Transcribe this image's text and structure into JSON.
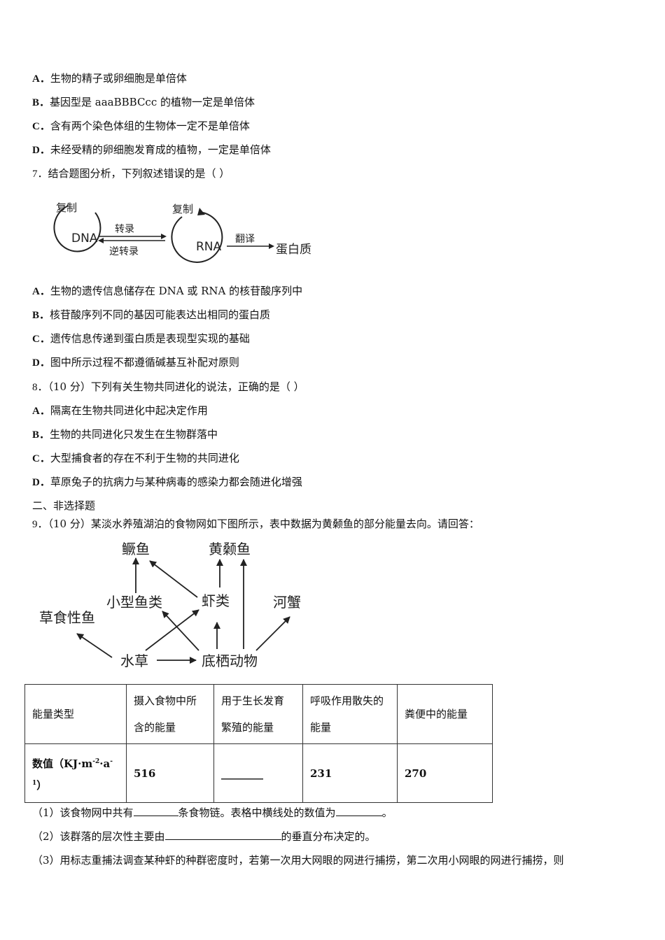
{
  "q6_options": [
    {
      "letter": "A．",
      "text": "生物的精子或卵细胞是单倍体"
    },
    {
      "letter": "B．",
      "text": "基因型是 aaaBBBCcc 的植物一定是单倍体"
    },
    {
      "letter": "C．",
      "text": "含有两个染色体组的生物体一定不是单倍体"
    },
    {
      "letter": "D．",
      "text": "未经受精的卵细胞发育成的植物，一定是单倍体"
    }
  ],
  "q7": {
    "num": "7．",
    "stem": "结合题图分析，下列叙述错误的是（    ）",
    "diagram": {
      "dna": "DNA",
      "rna": "RNA",
      "protein": "蛋白质",
      "replicate1": "复制",
      "replicate2": "复制",
      "transcribe": "转录",
      "reverse": "逆转录",
      "translate": "翻译"
    },
    "options": [
      {
        "letter": "A．",
        "text": "生物的遗传信息储存在 DNA 或 RNA 的核苷酸序列中"
      },
      {
        "letter": "B．",
        "text": "核苷酸序列不同的基因可能表达出相同的蛋白质"
      },
      {
        "letter": "C．",
        "text": "遗传信息传递到蛋白质是表现型实现的基础"
      },
      {
        "letter": "D．",
        "text": "图中所示过程不都遵循碱基互补配对原则"
      }
    ]
  },
  "q8": {
    "num": "8．",
    "score": "（10 分）",
    "stem": "下列有关生物共同进化的说法，正确的是（    ）",
    "options": [
      {
        "letter": "A．",
        "text": "隔离在生物共同进化中起决定作用"
      },
      {
        "letter": "B．",
        "text": "生物的共同进化只发生在生物群落中"
      },
      {
        "letter": "C．",
        "text": "大型捕食者的存在不利于生物的共同进化"
      },
      {
        "letter": "D．",
        "text": "草原兔子的抗病力与某种病毒的感染力都会随进化增强"
      }
    ]
  },
  "section2": "二、非选择题",
  "q9": {
    "num": "9．",
    "score": "（10 分）",
    "stem": "某淡水养殖湖泊的食物网如下图所示，表中数据为黄颡鱼的部分能量去向。请回答：",
    "foodweb": {
      "guiyu": "鳜鱼",
      "huangsangyu": "黄颡鱼",
      "xiaoxing": "小型鱼类",
      "xialei": "虾类",
      "hexie": "河蟹",
      "caoshi": "草食性鱼",
      "shuicao": "水草",
      "diqi": "底栖动物"
    },
    "table": {
      "header": [
        "能量类型",
        "摄入食物中所含的能量",
        "用于生长发育繁殖的能量",
        "呼吸作用散失的能量",
        "粪便中的能量"
      ],
      "header_lines": [
        [
          "能量类型"
        ],
        [
          "摄入食物中所",
          "含的能量"
        ],
        [
          "用于生长发育",
          "繁殖的能量"
        ],
        [
          "呼吸作用散失的",
          "能量"
        ],
        [
          "粪便中的能量"
        ]
      ],
      "row_label_main": "数值（KJ·m",
      "row_label_sup1": "-2",
      "row_label_mid": "·a",
      "row_label_sup2": "-1",
      "row_label_end": "）",
      "values": [
        "516",
        "________",
        "231",
        "270"
      ]
    },
    "sub1_a": "（1）该食物网中共有",
    "sub1_b": "条食物链。表格中横线处的数值为",
    "sub1_c": "。",
    "sub2_a": "（2）该群落的层次性主要由",
    "sub2_b": "的垂直分布决定的。",
    "sub3": "（3）用标志重捕法调查某种虾的种群密度时，若第一次用大网眼的网进行捕捞，第二次用小网眼的网进行捕捞，则"
  }
}
